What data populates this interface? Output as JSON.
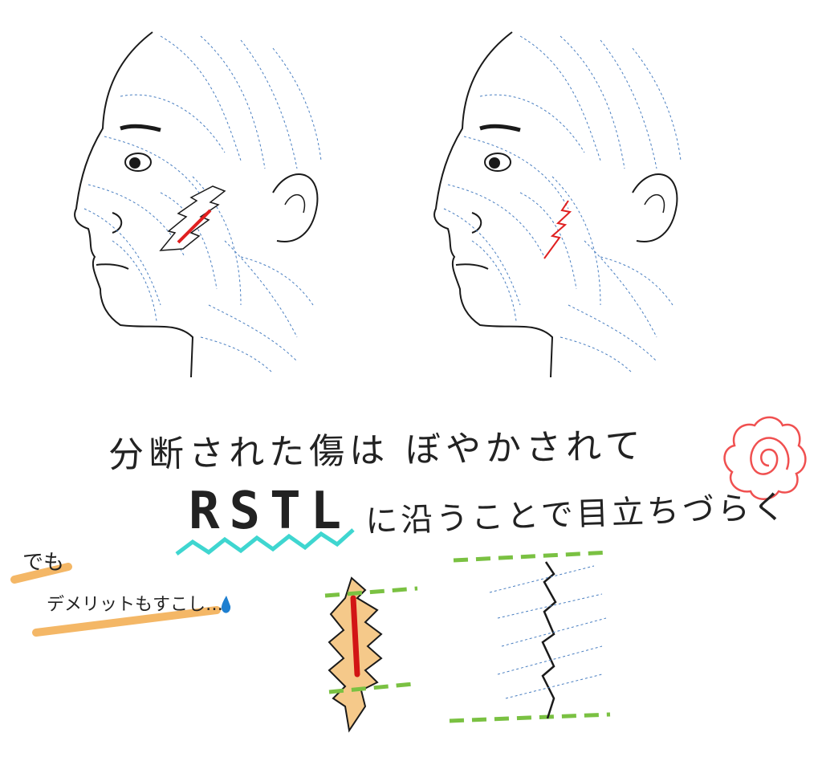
{
  "caption": {
    "line1": "分断された傷は ぼやかされて",
    "rstl": "RSTL",
    "line2": "に沿うことで目立ちづらく",
    "but": "でも",
    "demerit": "デメリットもすこし…"
  },
  "colors": {
    "ink": "#1a1a1a",
    "rstl_lines": "#4a7fc1",
    "scar": "#e02020",
    "highlight": "#f2a640",
    "underline": "#3fd6d0",
    "guide": "#7ac142",
    "flower": "#f05050",
    "drop": "#1e7fd0"
  },
  "icons": [
    "sweat-drop-icon",
    "flower-doodle-icon"
  ]
}
